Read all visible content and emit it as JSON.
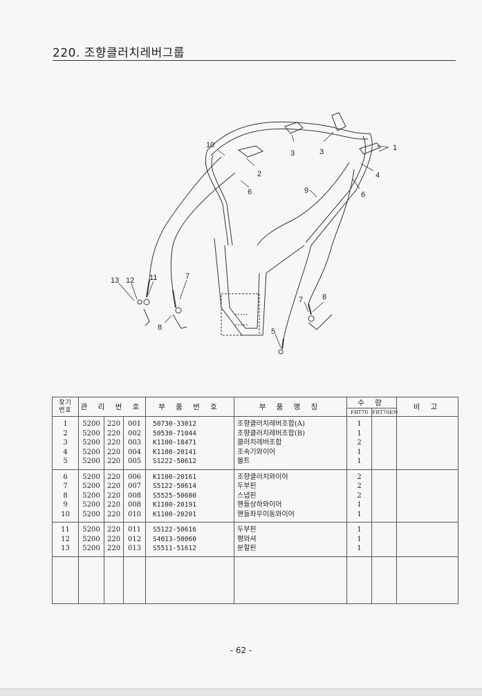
{
  "header": {
    "title": "220. 조향클러치레버그룹"
  },
  "diagram": {
    "callouts": [
      "1",
      "2",
      "3",
      "3",
      "4",
      "5",
      "6",
      "6",
      "7",
      "7",
      "8",
      "8",
      "9",
      "10",
      "11",
      "12",
      "13"
    ]
  },
  "table": {
    "headers": {
      "find_no": "찾기\n번호",
      "mgmt_no": "관 리 번 호",
      "part_no": "부 품 번 호",
      "part_name": "부 품 명 칭",
      "qty": "수 량",
      "qty_frt70": "FRT70",
      "qty_frt70en": "FRT70EN",
      "remarks": "비 고"
    },
    "rows": [
      {
        "no": "1",
        "m1": "5200",
        "m2": "220",
        "m3": "001",
        "part": "50730-33012",
        "name": "조향클러치레버조합(A)",
        "q1": "1",
        "q2": ""
      },
      {
        "no": "2",
        "m1": "5200",
        "m2": "220",
        "m3": "002",
        "part": "50530-71044",
        "name": "조향클러치레버조합(B)",
        "q1": "1",
        "q2": ""
      },
      {
        "no": "3",
        "m1": "5200",
        "m2": "220",
        "m3": "003",
        "part": "K1100-18471",
        "name": "클러치레버조합",
        "q1": "2",
        "q2": ""
      },
      {
        "no": "4",
        "m1": "5200",
        "m2": "220",
        "m3": "004",
        "part": "K1100-20141",
        "name": "조속기와이어",
        "q1": "1",
        "q2": ""
      },
      {
        "no": "5",
        "m1": "5200",
        "m2": "220",
        "m3": "005",
        "part": "S1222-50612",
        "name": "볼트",
        "q1": "1",
        "q2": ""
      },
      {
        "no": "6",
        "m1": "5200",
        "m2": "220",
        "m3": "006",
        "part": "K1100-20161",
        "name": "조향클러치와이어",
        "q1": "2",
        "q2": ""
      },
      {
        "no": "7",
        "m1": "5200",
        "m2": "220",
        "m3": "007",
        "part": "S5122-50614",
        "name": "두부핀",
        "q1": "2",
        "q2": ""
      },
      {
        "no": "8",
        "m1": "5200",
        "m2": "220",
        "m3": "008",
        "part": "S5525-50600",
        "name": "스냅핀",
        "q1": "2",
        "q2": ""
      },
      {
        "no": "9",
        "m1": "5200",
        "m2": "220",
        "m3": "008",
        "part": "K1100-20191",
        "name": "핸들상하와이어",
        "q1": "1",
        "q2": ""
      },
      {
        "no": "10",
        "m1": "5200",
        "m2": "220",
        "m3": "010",
        "part": "K1100-20201",
        "name": "핸들좌우이동와이어",
        "q1": "1",
        "q2": ""
      },
      {
        "no": "11",
        "m1": "5200",
        "m2": "220",
        "m3": "011",
        "part": "S5122-50616",
        "name": "두부핀",
        "q1": "1",
        "q2": ""
      },
      {
        "no": "12",
        "m1": "5200",
        "m2": "220",
        "m3": "012",
        "part": "S4013-50060",
        "name": "평와셔",
        "q1": "1",
        "q2": ""
      },
      {
        "no": "13",
        "m1": "5200",
        "m2": "220",
        "m3": "013",
        "part": "S5511-51612",
        "name": "분할핀",
        "q1": "1",
        "q2": ""
      }
    ]
  },
  "footer": {
    "page_number": "- 62 -"
  }
}
